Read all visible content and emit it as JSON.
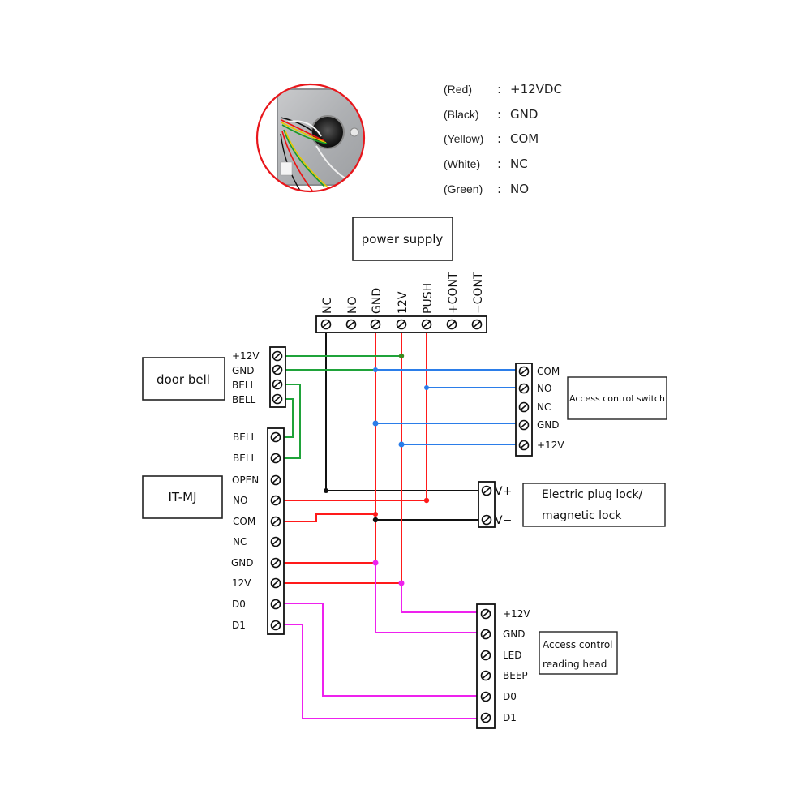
{
  "photo": {
    "description": "exit button back plate with wires",
    "wire_legend": [
      {
        "color_name": "(Red)",
        "separator": ":",
        "signal": "+12VDC"
      },
      {
        "color_name": "(Black)",
        "separator": ":",
        "signal": "GND"
      },
      {
        "color_name": "(Yellow)",
        "separator": ":",
        "signal": "COM"
      },
      {
        "color_name": "(White)",
        "separator": ":",
        "signal": "NC"
      },
      {
        "color_name": "(Green)",
        "separator": ":",
        "signal": "NO"
      }
    ]
  },
  "blocks": {
    "power_supply": "power supply",
    "door_bell": "door bell",
    "it_mj": "IT-MJ",
    "access_switch": "Access control switch",
    "lock_line1": "Electric plug lock/",
    "lock_line2": "magnetic lock",
    "reader_line1": "Access control",
    "reader_line2": "reading head"
  },
  "terminals": {
    "power_supply": [
      "NC",
      "NO",
      "GND",
      "12V",
      "PUSH",
      "+CONT",
      "−CONT"
    ],
    "door_bell": [
      "+12V",
      "GND",
      "BELL",
      "BELL"
    ],
    "it_mj": [
      "BELL",
      "BELL",
      "OPEN",
      "NO",
      "COM",
      "NC",
      "GND",
      "12V",
      "D0",
      "D1"
    ],
    "access_switch": [
      "COM",
      "NO",
      "NC",
      "GND",
      "+12V"
    ],
    "lock": [
      "V+",
      "V−"
    ],
    "reader": [
      "+12V",
      "GND",
      "LED",
      "BEEP",
      "D0",
      "D1"
    ]
  },
  "colors": {
    "red_wire": "#ff1a1a",
    "black_wire": "#111111",
    "green_wire": "#1fa33a",
    "blue_wire": "#2b7de9",
    "magenta_wire": "#ee22ee",
    "photo_ring": "#e8161b"
  }
}
